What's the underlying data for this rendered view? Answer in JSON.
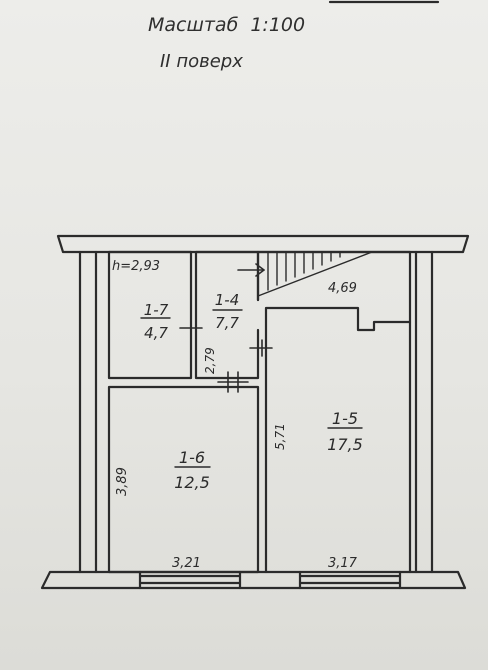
{
  "header": {
    "scale_label": "Масштаб",
    "scale_value": "1:100",
    "floor_label": "ІІ поверх"
  },
  "ceiling_height": "h=2,93",
  "rooms": [
    {
      "number": "1-7",
      "area": "4,7"
    },
    {
      "number": "1-4",
      "area": "7,7"
    },
    {
      "number": "1-6",
      "area": "12,5"
    },
    {
      "number": "1-5",
      "area": "17,5"
    }
  ],
  "dimensions": {
    "d_469": "4,69",
    "d_279": "2,79",
    "d_571": "5,71",
    "d_389": "3,89",
    "d_321": "3,21",
    "d_317": "3,17"
  },
  "colors": {
    "paper": "#e9e9e5",
    "ink": "#2b2b2b"
  }
}
